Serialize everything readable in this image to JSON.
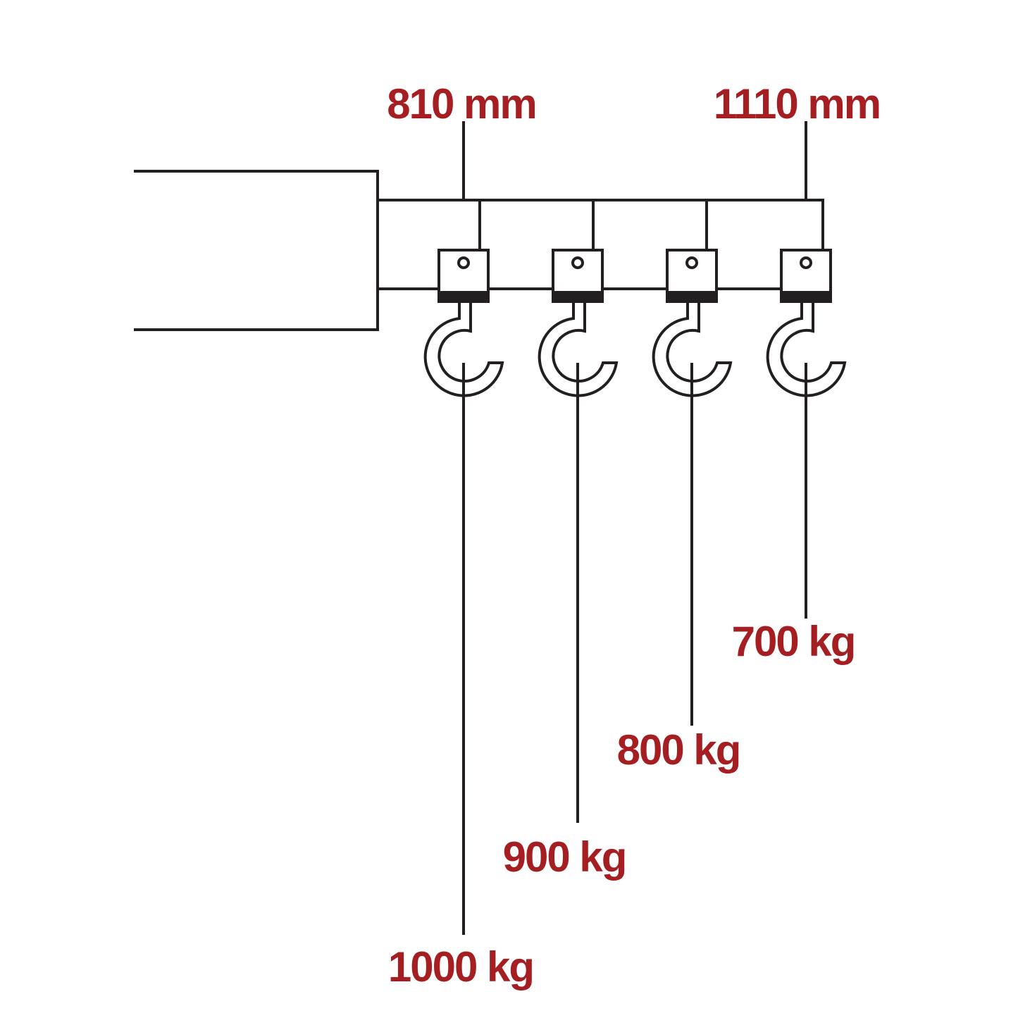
{
  "colors": {
    "label": "#a51e22",
    "line": "#231f20",
    "background": "#ffffff"
  },
  "dimensions": [
    {
      "text": "810 mm"
    },
    {
      "text": "1110 mm"
    }
  ],
  "loads": [
    {
      "text": "1000 kg"
    },
    {
      "text": "900 kg"
    },
    {
      "text": "800 kg"
    },
    {
      "text": "700 kg"
    }
  ]
}
